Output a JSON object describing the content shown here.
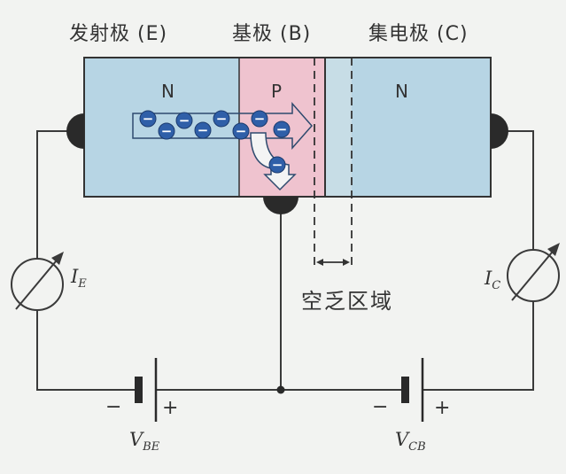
{
  "header": {
    "emitter": "发射极 (E)",
    "base": "基极 (B)",
    "collector": "集电极 (C)"
  },
  "regions": {
    "emitter": "N",
    "base": "P",
    "collector": "N"
  },
  "depletion_label": "空乏区域",
  "meters": {
    "emitter": {
      "letter": "I",
      "sub": "E"
    },
    "collector": {
      "letter": "I",
      "sub": "C"
    }
  },
  "batteries": {
    "be": {
      "letter": "V",
      "sub": "BE",
      "minus": "−",
      "plus": "+"
    },
    "cb": {
      "letter": "V",
      "sub": "CB",
      "minus": "−",
      "plus": "+"
    }
  },
  "carrier_symbol": "−",
  "colors": {
    "n_region": "#b7d5e4",
    "p_region": "#efc3cf",
    "background": "#f2f3f1",
    "wire": "#3a3a3a",
    "electron": "#2f5fa8"
  }
}
